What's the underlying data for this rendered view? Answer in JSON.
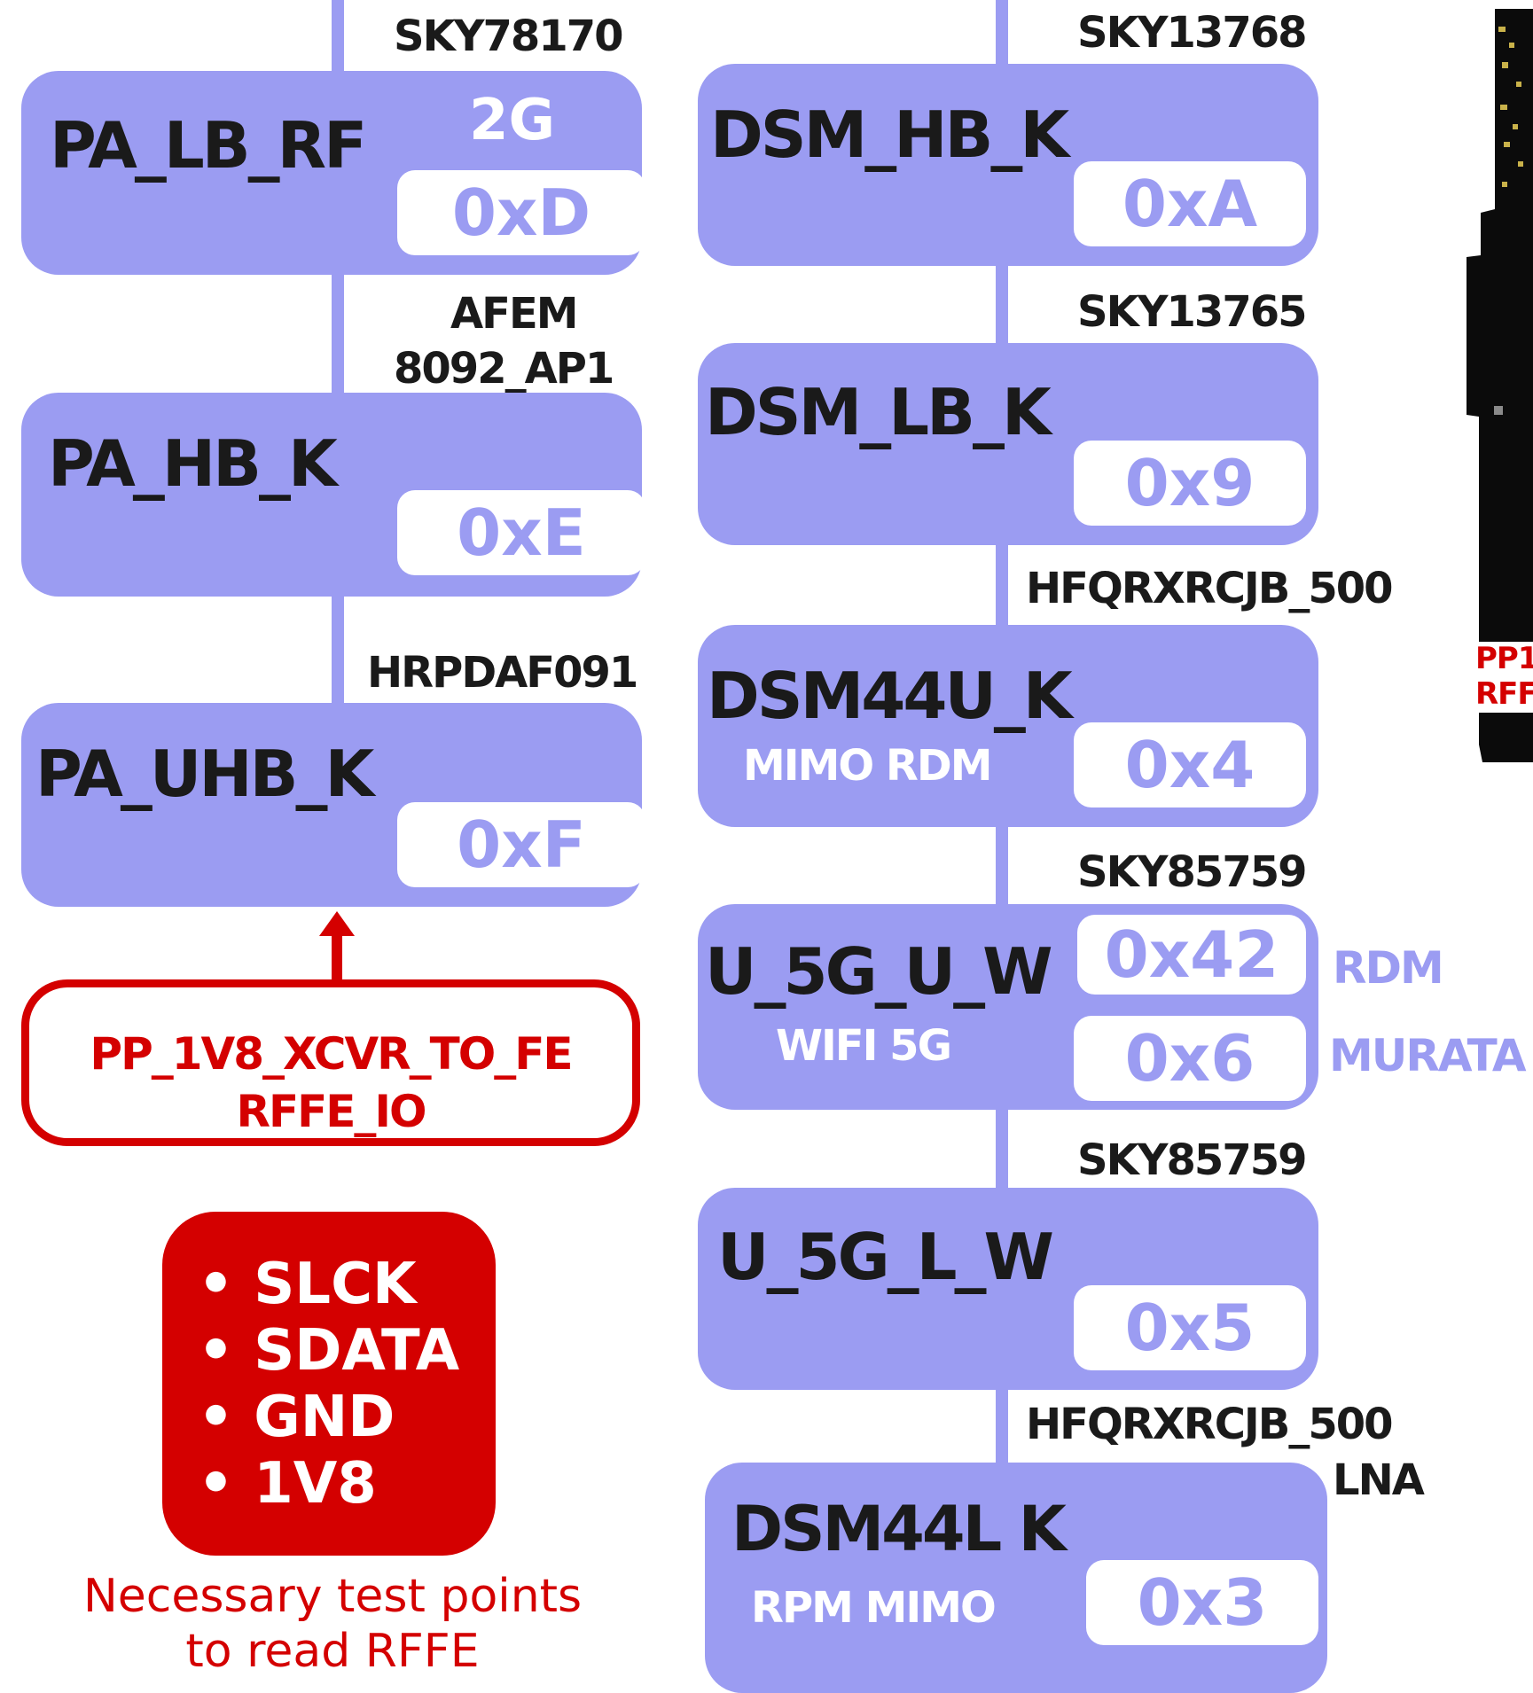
{
  "colors": {
    "block": "#9b9cf2",
    "address_text": "#9b9cf2",
    "red": "#d40000",
    "text": "#1a1a1a"
  },
  "left_chain": [
    {
      "part": "SKY78170",
      "name": "PA_LB_RF",
      "band": "2G",
      "address": "0xD"
    },
    {
      "part_line1": "AFEM",
      "part_line2": "8092_AP1",
      "name": "PA_HB_K",
      "address": "0xE"
    },
    {
      "part": "HRPDAF091",
      "name": "PA_UHB_K",
      "address": "0xF"
    }
  ],
  "right_chain": [
    {
      "part": "SKY13768",
      "name": "DSM_HB_K",
      "address": "0xA"
    },
    {
      "part": "SKY13765",
      "name": "DSM_LB_K",
      "address": "0x9"
    },
    {
      "part": "HFQRXRCJB_500",
      "name": "DSM44U_K",
      "sub": "MIMO RDM",
      "address": "0x4"
    },
    {
      "part": "SKY85759",
      "name": "U_5G_U_W",
      "sub": "WIFI 5G",
      "address": "0x42",
      "address2": "0x6",
      "tag1": "RDM",
      "tag2": "MURATA"
    },
    {
      "part": "SKY85759",
      "name": "U_5G_L_W",
      "address": "0x5"
    },
    {
      "part": "HFQRXRCJB_500",
      "part2": "LNA",
      "name": "DSM44L K",
      "sub": "RPM MIMO",
      "address": "0x3"
    }
  ],
  "supply": {
    "line1": "PP_1V8_XCVR_TO_FE",
    "line2": "RFFE_IO"
  },
  "test_points": [
    "SLCK",
    "SDATA",
    "GND",
    "1V8"
  ],
  "note": "Necessary test points to read RFFE",
  "board_label": {
    "line1": "PP1",
    "line2": "RFF"
  }
}
